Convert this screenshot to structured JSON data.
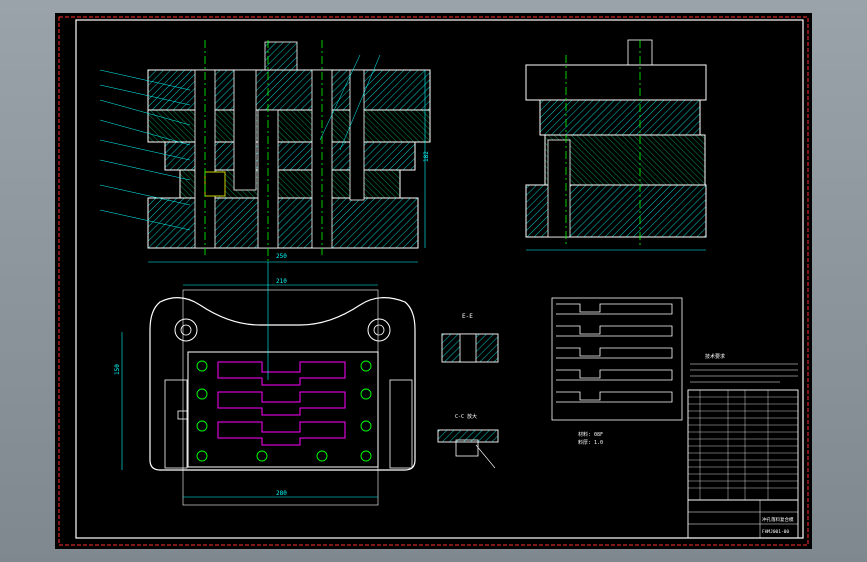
{
  "drawing": {
    "dim_width_top": "250",
    "dim_width_plan": "210",
    "dim_height_right": "182",
    "dim_plan_left": "150",
    "dim_bottom_plan": "280",
    "section_label": "E-E",
    "detail_label": "C-C 放大",
    "strip_caption_1": "材料: 08F",
    "strip_caption_2": "料厚: 1.0",
    "notes_title": "技术要求",
    "title_block_name": "冲孔落料复合模",
    "title_block_code": "FHMJ001-00"
  },
  "colors": {
    "paper": "#000000",
    "frame": "#ffffff",
    "outer_dash": "#ff3030",
    "outline": "#ffffff",
    "cyan": "#00ffff",
    "green": "#00ff00",
    "magenta": "#ff00ff",
    "yellow": "#ffff00"
  }
}
